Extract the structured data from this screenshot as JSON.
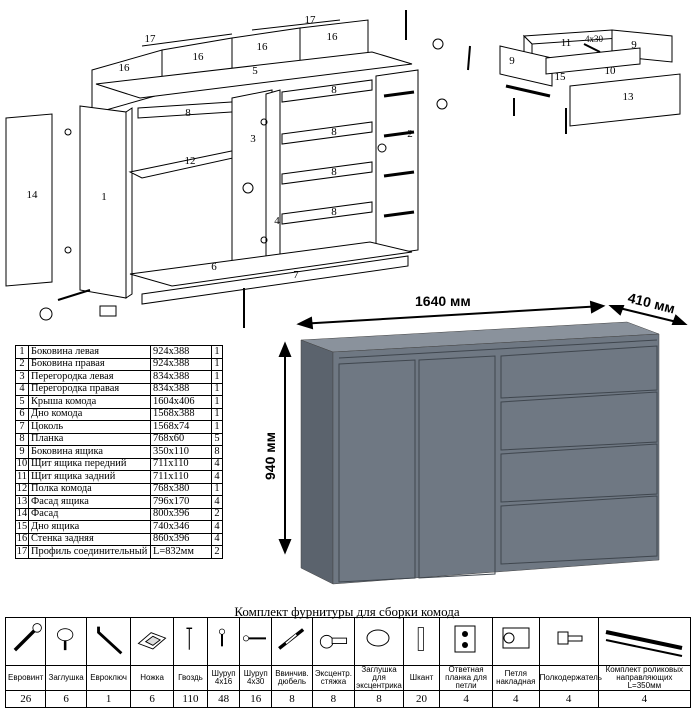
{
  "exploded_view": {
    "callouts": [
      "1",
      "2",
      "3",
      "4",
      "5",
      "6",
      "7",
      "8",
      "9",
      "10",
      "11",
      "12",
      "13",
      "14",
      "15",
      "16",
      "17"
    ],
    "drawer_callouts": {
      "c9": "9",
      "c10": "10",
      "c11": "11",
      "c13": "13",
      "c15": "15",
      "c4x30": "4x30"
    }
  },
  "dimensions": {
    "width": "1640 мм",
    "depth": "410 мм",
    "height": "940 мм"
  },
  "parts": [
    {
      "num": "1",
      "name": "Боковина левая",
      "size": "924x388",
      "qty": "1"
    },
    {
      "num": "2",
      "name": "Боковина правая",
      "size": "924x388",
      "qty": "1"
    },
    {
      "num": "3",
      "name": "Перегородка левая",
      "size": "834x388",
      "qty": "1"
    },
    {
      "num": "4",
      "name": "Перегородка правая",
      "size": "834x388",
      "qty": "1"
    },
    {
      "num": "5",
      "name": "Крыша комода",
      "size": "1604x406",
      "qty": "1"
    },
    {
      "num": "6",
      "name": "Дно комода",
      "size": "1568x388",
      "qty": "1"
    },
    {
      "num": "7",
      "name": "Цоколь",
      "size": "1568x74",
      "qty": "1"
    },
    {
      "num": "8",
      "name": "Планка",
      "size": "768x60",
      "qty": "5"
    },
    {
      "num": "9",
      "name": "Боковина ящика",
      "size": "350x110",
      "qty": "8"
    },
    {
      "num": "10",
      "name": "Щит ящика передний",
      "size": "711x110",
      "qty": "4"
    },
    {
      "num": "11",
      "name": "Щит ящика задний",
      "size": "711x110",
      "qty": "4"
    },
    {
      "num": "12",
      "name": "Полка комода",
      "size": "768x380",
      "qty": "1"
    },
    {
      "num": "13",
      "name": "Фасад ящика",
      "size": "796x170",
      "qty": "4"
    },
    {
      "num": "14",
      "name": "Фасад",
      "size": "800x396",
      "qty": "2"
    },
    {
      "num": "15",
      "name": "Дно ящика",
      "size": "740x346",
      "qty": "4"
    },
    {
      "num": "16",
      "name": "Стенка задняя",
      "size": "860x396",
      "qty": "4"
    },
    {
      "num": "17",
      "name": "Профиль соединительный",
      "size": "L=832мм",
      "qty": "2"
    }
  ],
  "hardware": {
    "title": "Комплект фурнитуры для сборки комода",
    "items": [
      {
        "label": "Евровинт",
        "qty": "26",
        "icon": "eurovint-icon"
      },
      {
        "label": "Заглушка",
        "qty": "6",
        "icon": "cap-icon"
      },
      {
        "label": "Евроключ",
        "qty": "1",
        "icon": "hex-key-icon"
      },
      {
        "label": "Ножка",
        "qty": "6",
        "icon": "leg-icon"
      },
      {
        "label": "Гвоздь",
        "qty": "110",
        "icon": "nail-icon"
      },
      {
        "label": "Шуруп 4x16",
        "qty": "48",
        "icon": "screw-short-icon"
      },
      {
        "label": "Шуруп 4x30",
        "qty": "16",
        "icon": "screw-long-icon"
      },
      {
        "label": "Ввинчив. дюбель",
        "qty": "8",
        "icon": "dowel-screw-icon"
      },
      {
        "label": "Эксцентр. стяжка",
        "qty": "8",
        "icon": "eccentric-tie-icon"
      },
      {
        "label": "Заглушка для эксцентрика",
        "qty": "8",
        "icon": "eccentric-cap-icon"
      },
      {
        "label": "Шкант",
        "qty": "20",
        "icon": "wood-dowel-icon"
      },
      {
        "label": "Ответная планка для петли",
        "qty": "4",
        "icon": "hinge-plate-icon"
      },
      {
        "label": "Петля накладная",
        "qty": "4",
        "icon": "hinge-icon"
      },
      {
        "label": "Полкодержатель",
        "qty": "4",
        "icon": "shelf-support-icon"
      },
      {
        "label": "Комплект роликовых направляющих L=350мм",
        "qty": "4",
        "icon": "drawer-slides-icon"
      }
    ]
  },
  "colors": {
    "cabinet_front": "#6f7883",
    "cabinet_side": "#5b636d",
    "cabinet_top": "#8a929c"
  }
}
